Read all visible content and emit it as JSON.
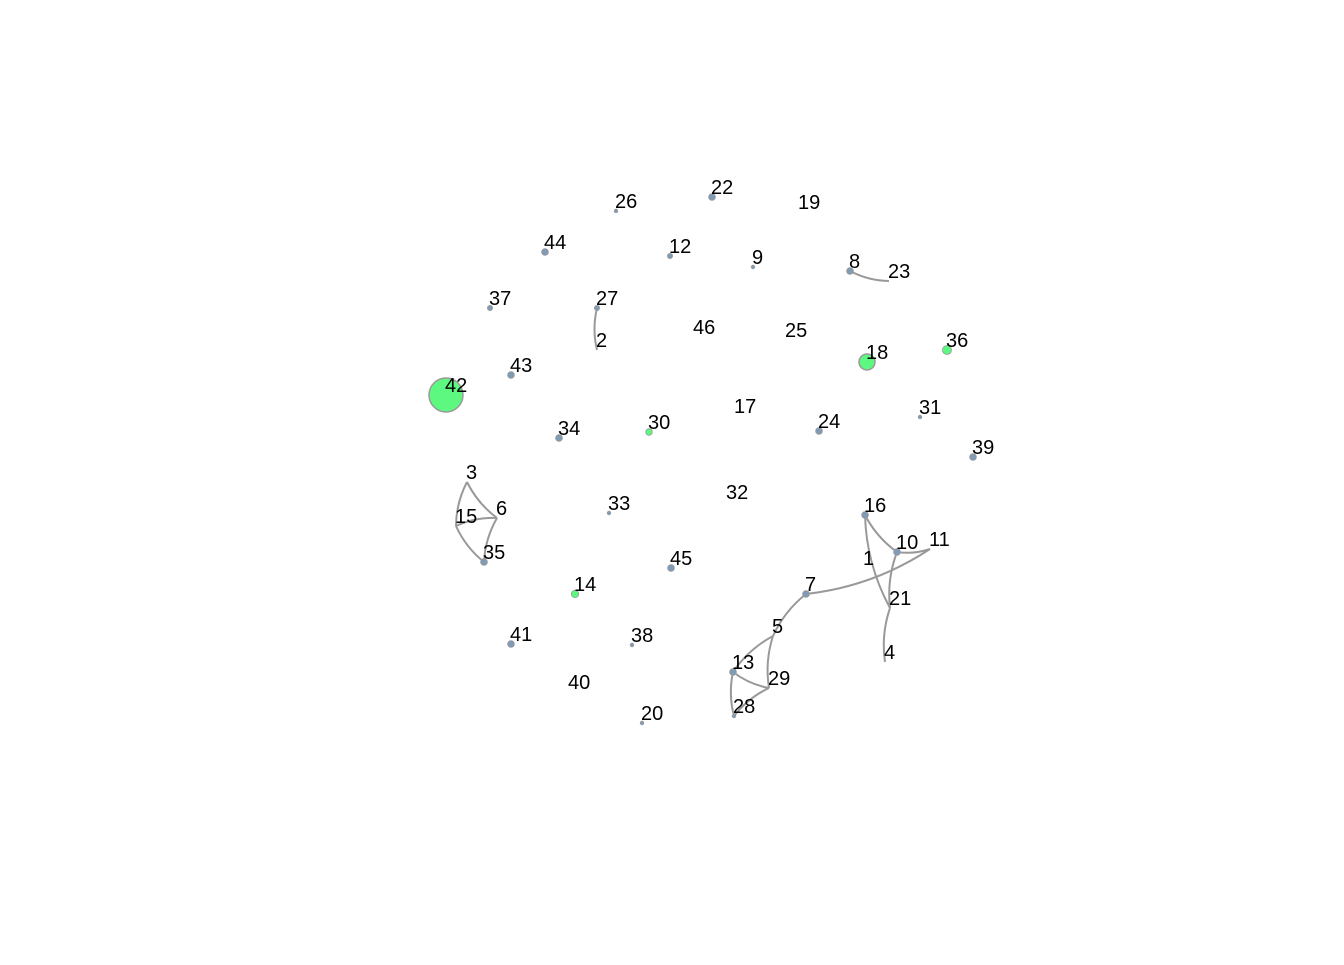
{
  "colors": {
    "background": "#ffffff",
    "edge": "#999999",
    "node_default": "#7f9bb5",
    "node_highlight": "#5cf87f",
    "node_outline": "#9a9a9a",
    "label": "#000000"
  },
  "nodes": [
    {
      "id": "1",
      "label": "1",
      "weight": 0,
      "highlight": false
    },
    {
      "id": "2",
      "label": "2",
      "weight": 0,
      "highlight": false
    },
    {
      "id": "3",
      "label": "3",
      "weight": 0,
      "highlight": false
    },
    {
      "id": "4",
      "label": "4",
      "weight": 0,
      "highlight": false
    },
    {
      "id": "5",
      "label": "5",
      "weight": 0,
      "highlight": false
    },
    {
      "id": "6",
      "label": "6",
      "weight": 0,
      "highlight": false
    },
    {
      "id": "7",
      "label": "7",
      "weight": 0.3,
      "highlight": false
    },
    {
      "id": "8",
      "label": "8",
      "weight": 0.3,
      "highlight": false
    },
    {
      "id": "9",
      "label": "9",
      "weight": 0.1,
      "highlight": false
    },
    {
      "id": "10",
      "label": "10",
      "weight": 0.3,
      "highlight": false
    },
    {
      "id": "11",
      "label": "11",
      "weight": 0,
      "highlight": false
    },
    {
      "id": "12",
      "label": "12",
      "weight": 0.2,
      "highlight": false
    },
    {
      "id": "13",
      "label": "13",
      "weight": 0.3,
      "highlight": false
    },
    {
      "id": "14",
      "label": "14",
      "weight": 0.3,
      "highlight": true
    },
    {
      "id": "15",
      "label": "15",
      "weight": 0,
      "highlight": false
    },
    {
      "id": "16",
      "label": "16",
      "weight": 0.3,
      "highlight": false
    },
    {
      "id": "17",
      "label": "17",
      "weight": 0,
      "highlight": false
    },
    {
      "id": "18",
      "label": "18",
      "weight": 1.0,
      "highlight": true
    },
    {
      "id": "19",
      "label": "19",
      "weight": 0,
      "highlight": false
    },
    {
      "id": "20",
      "label": "20",
      "weight": 0.1,
      "highlight": false
    },
    {
      "id": "21",
      "label": "21",
      "weight": 0,
      "highlight": false
    },
    {
      "id": "22",
      "label": "22",
      "weight": 0.3,
      "highlight": false
    },
    {
      "id": "23",
      "label": "23",
      "weight": 0,
      "highlight": false
    },
    {
      "id": "24",
      "label": "24",
      "weight": 0.3,
      "highlight": false
    },
    {
      "id": "25",
      "label": "25",
      "weight": 0,
      "highlight": false
    },
    {
      "id": "26",
      "label": "26",
      "weight": 0.1,
      "highlight": false
    },
    {
      "id": "27",
      "label": "27",
      "weight": 0.2,
      "highlight": false
    },
    {
      "id": "28",
      "label": "28",
      "weight": 0.1,
      "highlight": false
    },
    {
      "id": "29",
      "label": "29",
      "weight": 0,
      "highlight": false
    },
    {
      "id": "30",
      "label": "30",
      "weight": 0.2,
      "highlight": true
    },
    {
      "id": "31",
      "label": "31",
      "weight": 0.1,
      "highlight": false
    },
    {
      "id": "32",
      "label": "32",
      "weight": 0,
      "highlight": false
    },
    {
      "id": "33",
      "label": "33",
      "weight": 0.1,
      "highlight": false
    },
    {
      "id": "34",
      "label": "34",
      "weight": 0.3,
      "highlight": false
    },
    {
      "id": "35",
      "label": "35",
      "weight": 0.3,
      "highlight": false
    },
    {
      "id": "36",
      "label": "36",
      "weight": 0.5,
      "highlight": true
    },
    {
      "id": "37",
      "label": "37",
      "weight": 0.2,
      "highlight": false
    },
    {
      "id": "38",
      "label": "38",
      "weight": 0.1,
      "highlight": false
    },
    {
      "id": "39",
      "label": "39",
      "weight": 0.3,
      "highlight": false
    },
    {
      "id": "40",
      "label": "40",
      "weight": 0,
      "highlight": false
    },
    {
      "id": "41",
      "label": "41",
      "weight": 0.3,
      "highlight": false
    },
    {
      "id": "42",
      "label": "42",
      "weight": 2.0,
      "highlight": true
    },
    {
      "id": "43",
      "label": "43",
      "weight": 0.3,
      "highlight": false
    },
    {
      "id": "44",
      "label": "44",
      "weight": 0.3,
      "highlight": false
    },
    {
      "id": "45",
      "label": "45",
      "weight": 0.3,
      "highlight": false
    },
    {
      "id": "46",
      "label": "46",
      "weight": 0,
      "highlight": false
    }
  ],
  "edges": [
    {
      "source": "27",
      "target": "2"
    },
    {
      "source": "8",
      "target": "23"
    },
    {
      "source": "3",
      "target": "6"
    },
    {
      "source": "3",
      "target": "15"
    },
    {
      "source": "6",
      "target": "15"
    },
    {
      "source": "6",
      "target": "35"
    },
    {
      "source": "15",
      "target": "35"
    },
    {
      "source": "16",
      "target": "10"
    },
    {
      "source": "16",
      "target": "21"
    },
    {
      "source": "10",
      "target": "11"
    },
    {
      "source": "10",
      "target": "21"
    },
    {
      "source": "7",
      "target": "11"
    },
    {
      "source": "21",
      "target": "4"
    },
    {
      "source": "7",
      "target": "5"
    },
    {
      "source": "5",
      "target": "13"
    },
    {
      "source": "5",
      "target": "29"
    },
    {
      "source": "13",
      "target": "29"
    },
    {
      "source": "13",
      "target": "28"
    },
    {
      "source": "29",
      "target": "28"
    }
  ]
}
